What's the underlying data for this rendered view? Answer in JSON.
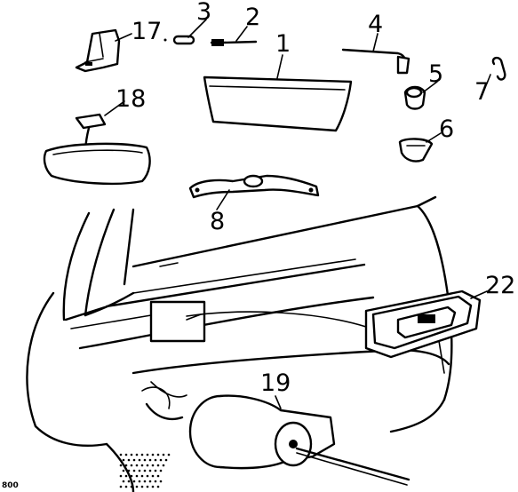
{
  "parts": [
    {
      "id": "1",
      "label": "1"
    },
    {
      "id": "2",
      "label": "2"
    },
    {
      "id": "3",
      "label": "3"
    },
    {
      "id": "4",
      "label": "4"
    },
    {
      "id": "5",
      "label": "5"
    },
    {
      "id": "6",
      "label": "6"
    },
    {
      "id": "7",
      "label": "7"
    },
    {
      "id": "8",
      "label": "8"
    },
    {
      "id": "17",
      "label": "17"
    },
    {
      "id": "18",
      "label": "18"
    },
    {
      "id": "19",
      "label": "19"
    },
    {
      "id": "22",
      "label": "22"
    }
  ],
  "figure_code": "800"
}
